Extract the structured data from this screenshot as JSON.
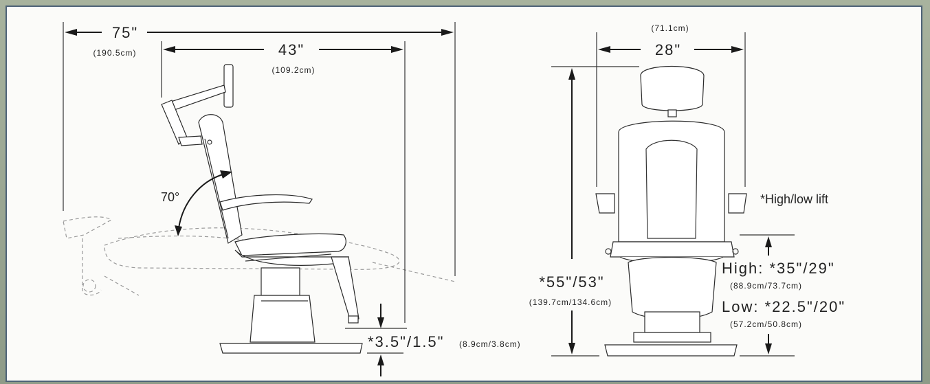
{
  "side_view": {
    "overall_length": {
      "in": "75\"",
      "cm": "(190.5cm)"
    },
    "depth": {
      "in": "43\"",
      "cm": "(109.2cm)"
    },
    "recline_angle": "70°",
    "floor_clearance": {
      "in": "*3.5\"/1.5\"",
      "cm": "(8.9cm/3.8cm)"
    }
  },
  "front_view": {
    "width": {
      "in": "28\"",
      "cm": "(71.1cm)"
    },
    "height": {
      "in": "*55\"/53\"",
      "cm": "(139.7cm/134.6cm)"
    },
    "lift_note": "*High/low lift",
    "seat_high": {
      "in": "High: *35\"/29\"",
      "cm": "(88.9cm/73.7cm)"
    },
    "seat_low": {
      "in": "Low: *22.5\"/20\"",
      "cm": "(57.2cm/50.8cm)"
    }
  }
}
